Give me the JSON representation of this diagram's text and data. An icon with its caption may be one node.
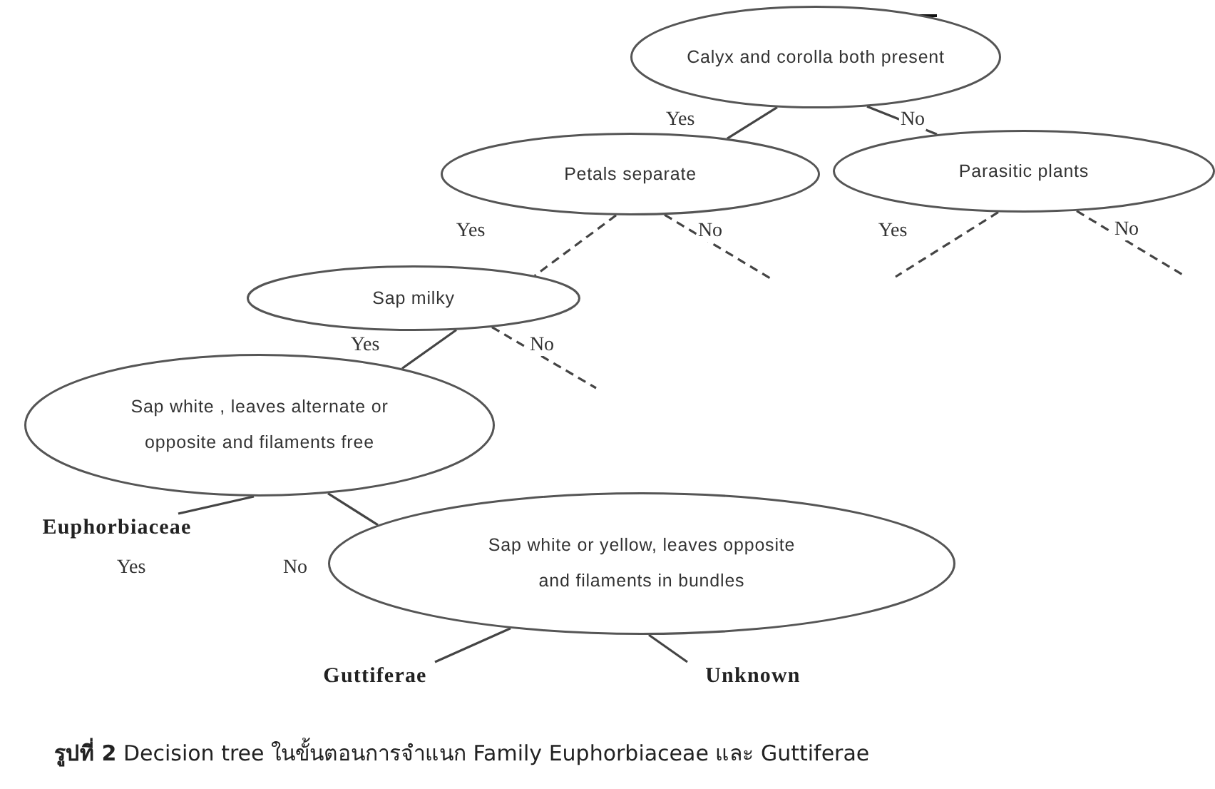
{
  "diagram": {
    "caption": "**รูปที่ 2** Decision tree ในขั้นตอนการจำแนก Family Euphorbiaceae และ Guttiferae",
    "nodes": [
      {
        "text": [
          "Calyx and corolla both present"
        ]
      },
      {
        "text": [
          "Petals separate"
        ]
      },
      {
        "text": [
          "Parasitic plants"
        ]
      },
      {
        "text": [
          "Sap milky"
        ]
      },
      {
        "text": [
          "Sap white , leaves alternate or opposite and filaments free"
        ]
      },
      {
        "text": [
          "Euphorbiaceae"
        ]
      },
      {
        "text": [
          "Sap white or yellow, leaves opposite and filaments in bundles"
        ]
      },
      {
        "text": [
          "Guttiferae"
        ]
      },
      {
        "text": [
          "Unknown"
        ]
      }
    ],
    "edges": [
      {
        "from": 0,
        "to": 1,
        "arrow": "none",
        "label": "Yes"
      },
      {
        "from": 0,
        "to": 2,
        "arrow": "none",
        "label": "No"
      },
      {
        "from": 1,
        "to": 3,
        "arrow": "none",
        "label": "Yes",
        "style": "dashed"
      },
      {
        "from": 1,
        "to": null,
        "arrow": "none",
        "label": "No",
        "style": "dashed"
      },
      {
        "from": 2,
        "to": null,
        "arrow": "none",
        "label": "Yes",
        "style": "dashed"
      },
      {
        "from": 2,
        "to": null,
        "arrow": "none",
        "label": "No",
        "style": "dashed"
      },
      {
        "from": 3,
        "to": 4,
        "arrow": "none",
        "label": "Yes"
      },
      {
        "from": 3,
        "to": null,
        "arrow": "none",
        "label": "No",
        "style": "dashed"
      },
      {
        "from": 4,
        "to": 5,
        "arrow": "none",
        "label": "Yes"
      },
      {
        "from": 4,
        "to": 6,
        "arrow": "none",
        "label": "No"
      },
      {
        "from": 6,
        "to": 7,
        "arrow": "none"
      },
      {
        "from": 6,
        "to": 8,
        "arrow": "none"
      }
    ]
  }
}
